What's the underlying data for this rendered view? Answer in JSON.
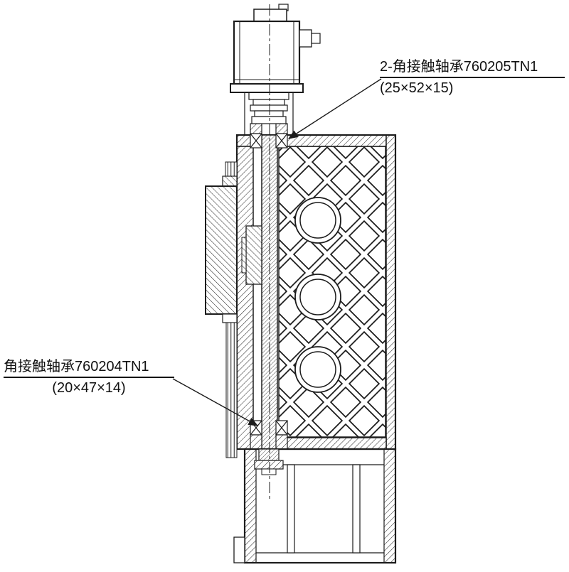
{
  "page": {
    "background": "#ffffff",
    "line_color": "#1c1c1c",
    "text_color": "#111111"
  },
  "annotations": {
    "top_bearing": {
      "label": "2-角接触轴承760205TN1",
      "dims": "(25×52×15)"
    },
    "bottom_bearing": {
      "label": "角接触轴承760204TN1",
      "dims": "(20×47×14)"
    }
  }
}
